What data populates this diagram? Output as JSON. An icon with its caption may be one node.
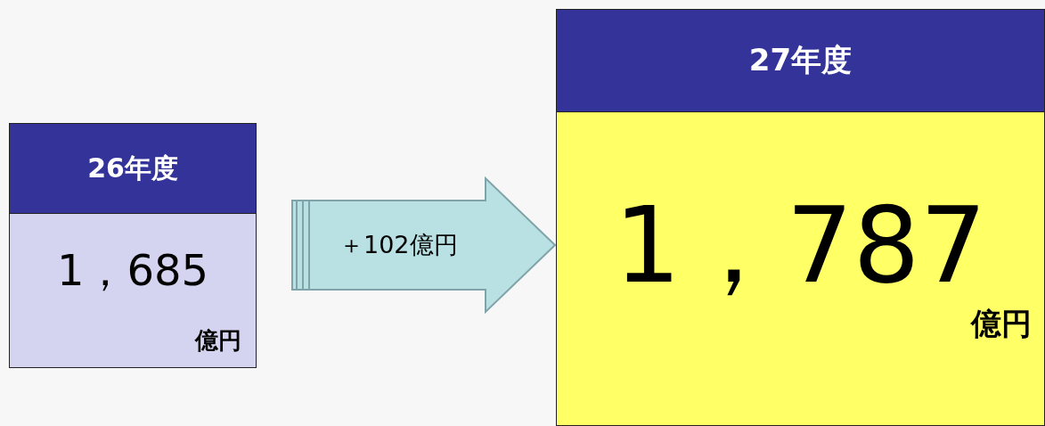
{
  "diagram": {
    "nodes": [
      {
        "text": [
          "26年度",
          "1，685",
          "億円"
        ]
      },
      {
        "text": [
          "27年度",
          "1，787",
          "億円"
        ]
      }
    ],
    "edges": [
      {
        "from": 0,
        "to": 1,
        "arrow": "to",
        "label": "＋102億円"
      }
    ]
  }
}
